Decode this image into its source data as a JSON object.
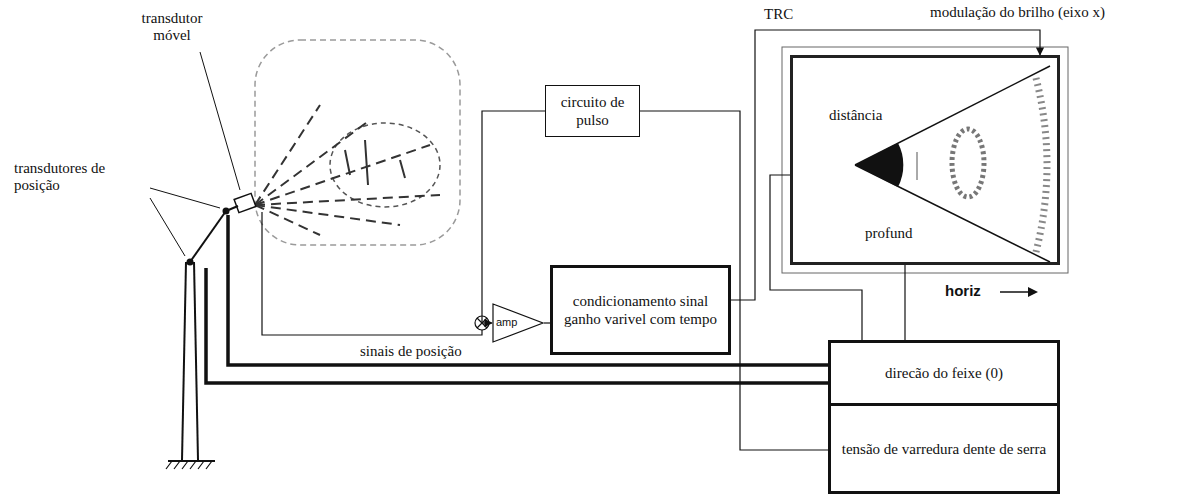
{
  "diagram": {
    "nodes": [
      {
        "text": [
          "circuito de pulso"
        ]
      },
      {
        "text": [
          "amp"
        ]
      },
      {
        "text": [
          "condicionamento sinal ganho varivel com tempo"
        ]
      },
      {
        "text": [
          "distância",
          "profund"
        ]
      },
      {
        "text": [
          "direcão do feixe (0)"
        ]
      },
      {
        "text": [
          "tensão de varredura dente de serra"
        ]
      }
    ],
    "edges": [
      {
        "from": 0,
        "to": 1,
        "arrow": "to"
      },
      {
        "from": 1,
        "to": 2,
        "arrow": "none"
      },
      {
        "from": 2,
        "to": 3,
        "arrow": "to"
      },
      {
        "from": 0,
        "to": 5,
        "arrow": "none"
      },
      {
        "from": 4,
        "to": 3,
        "arrow": "none"
      },
      {
        "from": 4,
        "to": 3,
        "arrow": "none"
      }
    ],
    "labels": [
      "transdutor móvel",
      "transdutores de posição",
      "TRC",
      "modulação do brilho (eixo x)",
      "horiz",
      "sinais de posição"
    ]
  }
}
